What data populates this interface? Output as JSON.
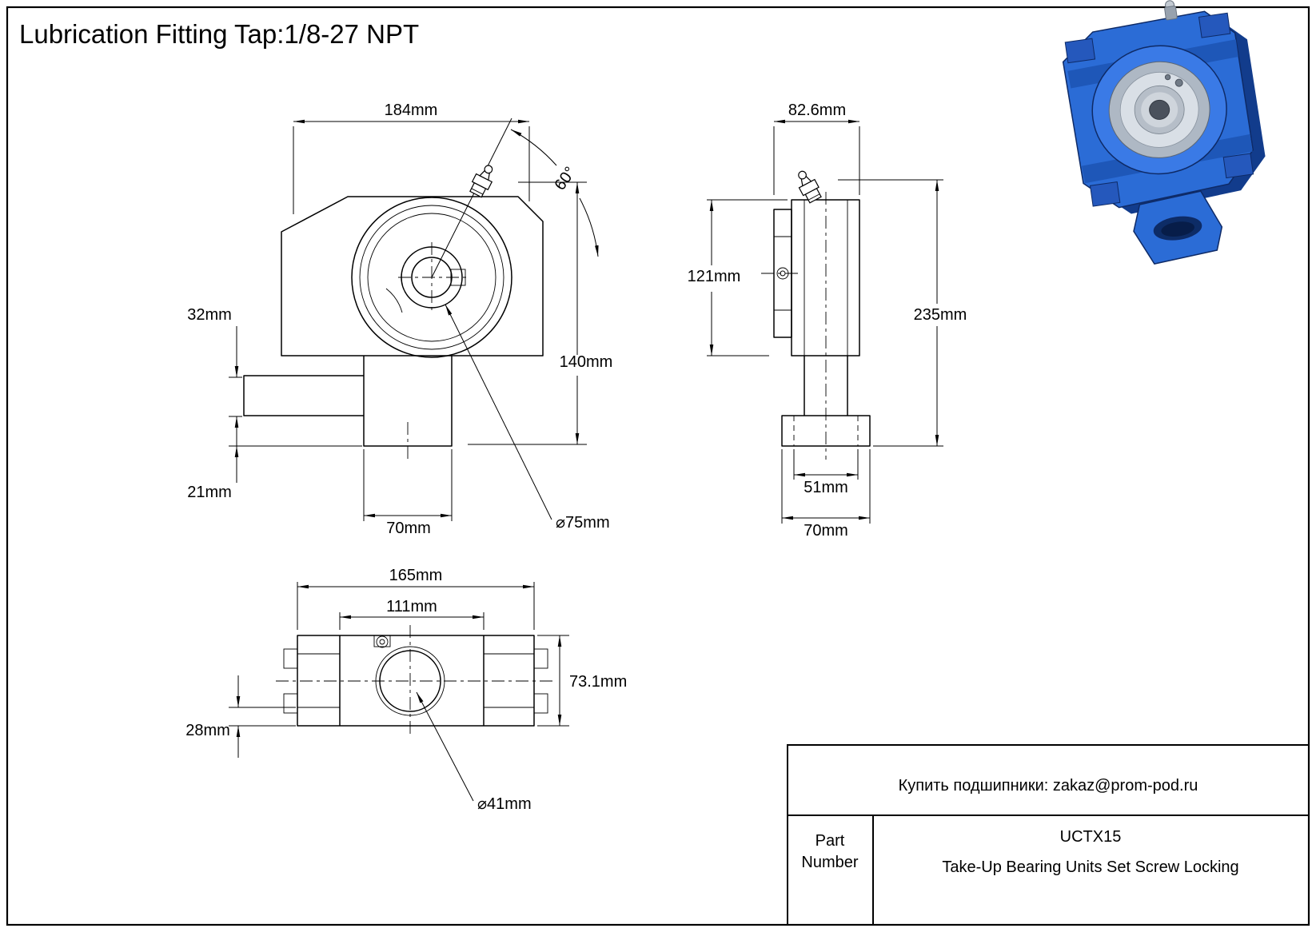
{
  "title": "Lubrication Fitting Tap:1/8-27 NPT",
  "front_view": {
    "width": "184mm",
    "height": "140mm",
    "step_height": "32mm",
    "base_offset": "21mm",
    "slot_width": "70mm",
    "bore_dia": "⌀75mm",
    "fitting_angle": "60°"
  },
  "side_view": {
    "width": "82.6mm",
    "housing_height": "121mm",
    "overall_height": "235mm",
    "slot_width": "51mm",
    "base_width": "70mm"
  },
  "bottom_view": {
    "frame_width": "165mm",
    "inner_width": "111mm",
    "depth": "73.1mm",
    "rail_height": "28mm",
    "bore_dia": "⌀41mm"
  },
  "title_block": {
    "contact": "Купить подшипники: zakaz@prom-pod.ru",
    "part_label_line1": "Part",
    "part_label_line2": "Number",
    "part_number": "UCTX15",
    "description": "Take-Up Bearing Units Set Screw Locking"
  },
  "colors": {
    "line": "#000000",
    "sheet_bg": "#ffffff",
    "body_blue": "#2b6cd6",
    "body_blue_mid": "#1e57b8",
    "body_blue_dark": "#123c8c",
    "boss_blue": "#3a7ae6",
    "steel_light": "#d9dfe6",
    "steel_mid": "#aeb8c4",
    "steel_dark": "#4a515c"
  }
}
